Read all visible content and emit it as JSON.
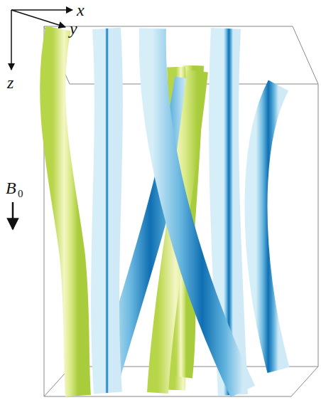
{
  "diagram": {
    "labels": [
      "x",
      "y",
      "z",
      "B",
      "0"
    ]
  }
}
